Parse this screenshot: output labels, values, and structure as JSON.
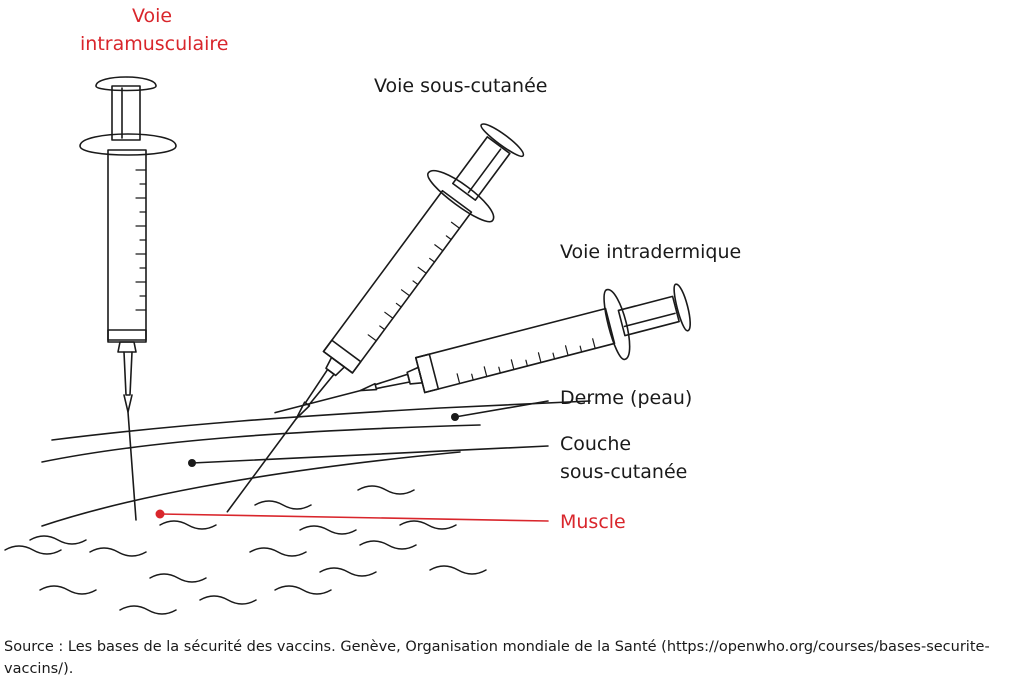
{
  "labels": {
    "intramuscular_line1": "Voie",
    "intramuscular_line2": "intramusculaire",
    "subcutaneous": "Voie sous-cutanée",
    "intradermal": "Voie intradermique",
    "dermis": "Derme (peau)",
    "subcut_layer_line1": "Couche",
    "subcut_layer_line2": "sous-cutanée",
    "muscle": "Muscle"
  },
  "source": "Source : Les bases de la sécurité des vaccins. Genève, Organisation mondiale de la Santé (https://openwho.org/courses/bases-securite-vaccins/).",
  "colors": {
    "ink": "#1a1a1a",
    "accent": "#d9262c"
  }
}
